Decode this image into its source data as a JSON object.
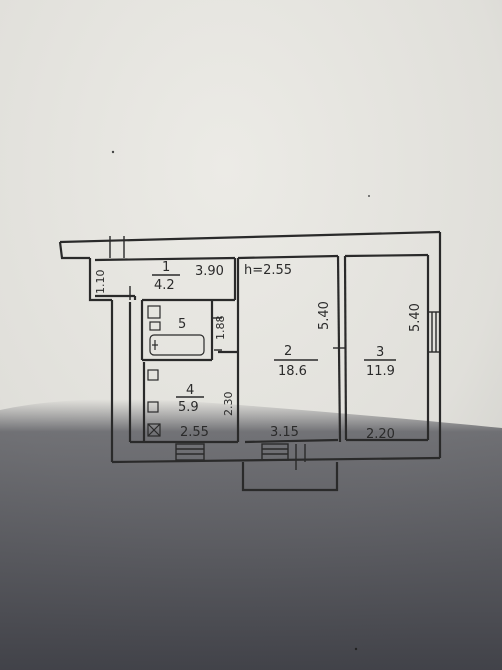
{
  "rooms": [
    {
      "number": "1",
      "area": "4.2"
    },
    {
      "number": "2",
      "area": "18.6"
    },
    {
      "number": "3",
      "area": "11.9"
    },
    {
      "number": "4",
      "area": "5.9"
    },
    {
      "number": "5",
      "area": ""
    }
  ],
  "dimensions": {
    "corridor_width": "3.90",
    "ceiling_height": "h=2.55",
    "room2_right": "5.40",
    "room3_right": "5.40",
    "bath_side": "1.88",
    "kitchen_side": "2.30",
    "kitchen_bottom": "2.55",
    "room2_bottom": "3.15",
    "room3_bottom": "2.20",
    "entry_side": "1.10"
  },
  "colors": {
    "paper": "#e9e8e3",
    "ink": "#2a2a2a",
    "shadow": "#3f4047"
  }
}
